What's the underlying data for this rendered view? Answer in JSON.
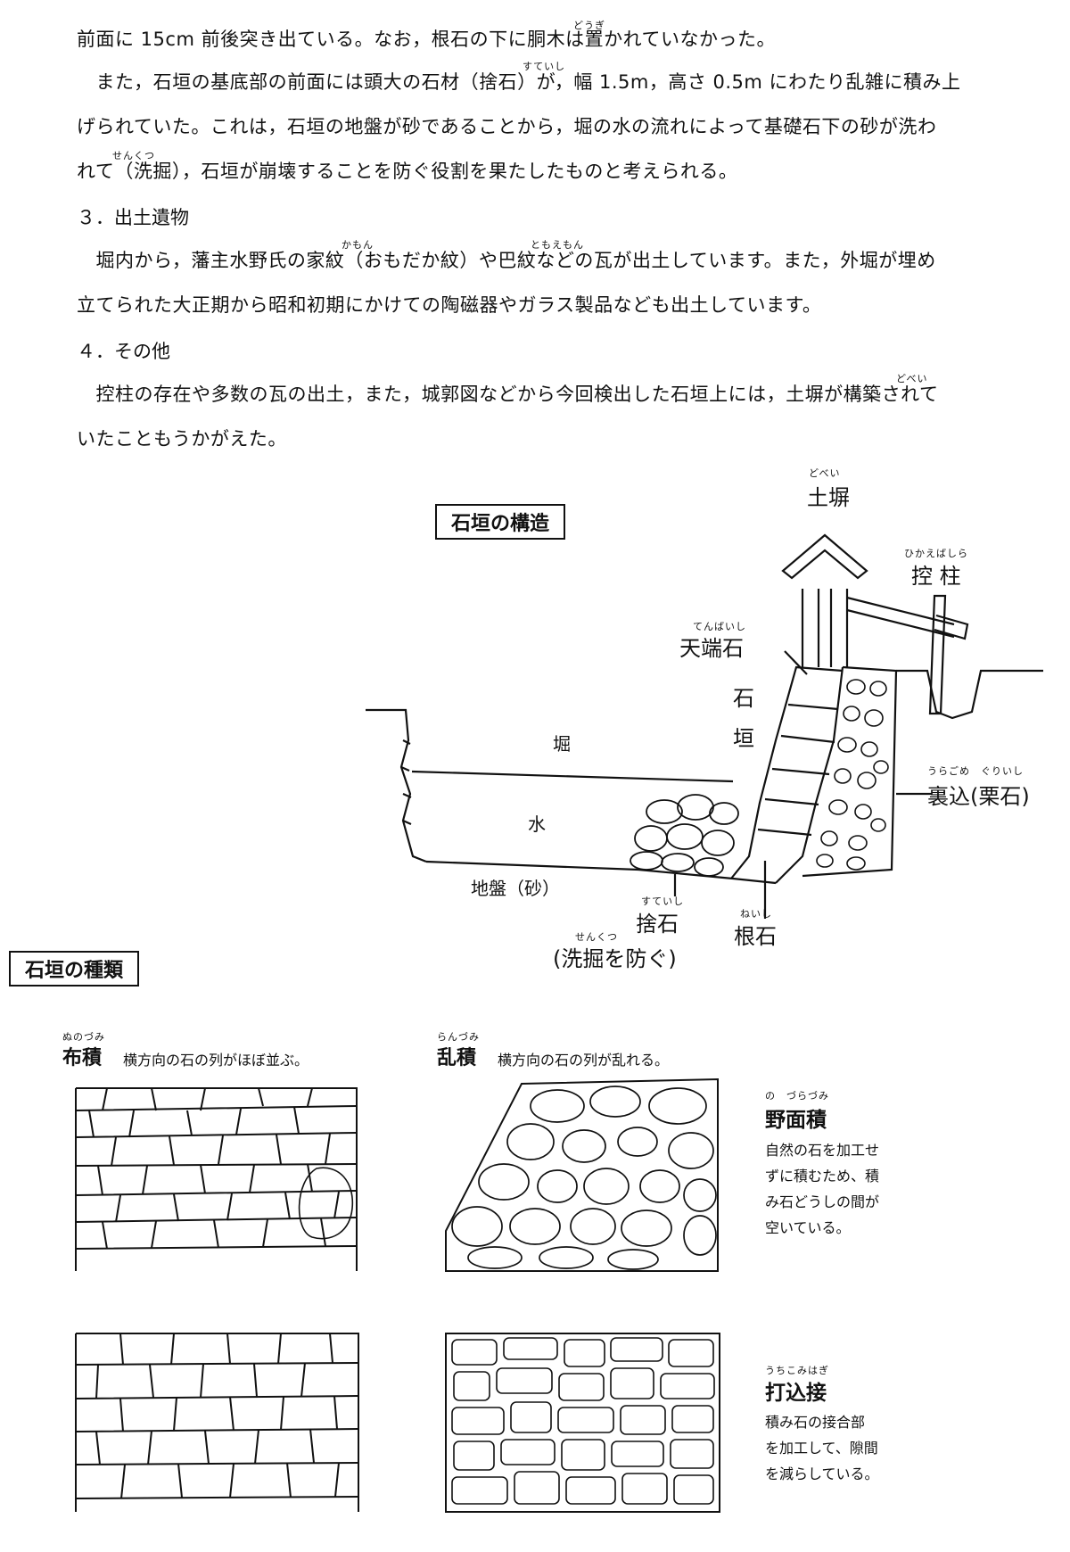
{
  "text": {
    "p1_l1": "前面に 15cm 前後突き出ている。なお，根石の下に胴木は置かれていなかった。",
    "p2_l1": "　また，石垣の基底部の前面には頭大の石材（捨石）が，幅 1.5m，高さ 0.5m にわたり乱雑に積み上",
    "p2_l2": "げられていた。これは，石垣の地盤が砂であることから，堀の水の流れによって基礎石下の砂が洗わ",
    "p2_l3": "れて（洗掘），石垣が崩壊することを防ぐ役割を果たしたものと考えられる。",
    "h3": "３．出土遺物",
    "p3_l1": "　堀内から，藩主水野氏の家紋（おもだか紋）や巴紋などの瓦が出土しています。また，外堀が埋め",
    "p3_l2": "立てられた大正期から昭和初期にかけての陶磁器やガラス製品なども出土しています。",
    "h4": "４．その他",
    "p4_l1": "　控柱の存在や多数の瓦の出土，また，城郭図などから今回検出した石垣上には，土塀が構築されて",
    "p4_l2": "いたこともうかがえた。"
  },
  "ruby": {
    "douki": "どうぎ",
    "suteishi1": "すていし",
    "senkutsu1": "せんくつ",
    "kamon": "かもん",
    "tomoemon": "ともえもん",
    "dobei1": "どべい"
  },
  "diagram": {
    "title": "石垣の構造",
    "dobei_ruby": "どべい",
    "dobei": "土塀",
    "hikae_ruby": "ひかえばしら",
    "hikae": "控 柱",
    "tenba_ruby": "てんばいし",
    "tenba": "天端石",
    "ishi": "石",
    "gaki": "垣",
    "hori": "堀",
    "mizu": "水",
    "uragome_ruby": "うらごめ　ぐりいし",
    "uragome": "裏込(栗石)",
    "jiban": "地盤（砂）",
    "suteishi_ruby": "すていし",
    "suteishi": "捨石",
    "senkutsu_ruby": "せんくつ",
    "senkutsu": "(洗掘を防ぐ)",
    "neishi_ruby": "ねいし",
    "neishi": "根石"
  },
  "types": {
    "title": "石垣の種類",
    "nuno_ruby": "ぬのづみ",
    "nuno": "布積",
    "nuno_desc": "横方向の石の列がほぼ並ぶ。",
    "ran_ruby": "らんづみ",
    "ran": "乱積",
    "ran_desc": "横方向の石の列が乱れる。",
    "nozura_ruby": "の　づらづみ",
    "nozura": "野面積",
    "nozura_desc": [
      "自然の石を加工せ",
      "ずに積むため、積",
      "み石どうしの間が",
      "空いている。"
    ],
    "uchikomi_ruby": "うちこみはぎ",
    "uchikomi": "打込接",
    "uchikomi_desc": [
      "積み石の接合部",
      "を加工して、隙間",
      "を減らしている。"
    ]
  }
}
